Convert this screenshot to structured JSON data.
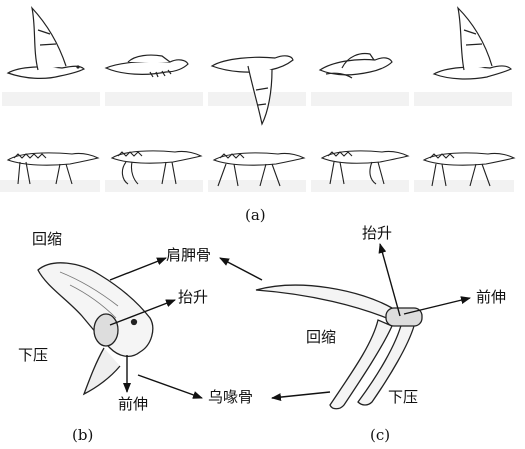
{
  "panels": {
    "a": {
      "caption": "(a)"
    },
    "b": {
      "caption": "(b)",
      "labels": {
        "retraction": "回缩",
        "scapula": "肩胛骨",
        "elevation": "抬升",
        "depression": "下压",
        "protraction": "前伸",
        "coracoid": "乌喙骨"
      }
    },
    "c": {
      "caption": "(c)",
      "labels": {
        "elevation": "抬升",
        "protraction": "前伸",
        "retraction": "回缩",
        "depression": "下压"
      }
    }
  },
  "icons": {
    "bird_row": [
      "bird-wings-up-icon",
      "bird-wings-level-icon",
      "bird-wings-down-icon",
      "bird-wings-folded-icon",
      "bird-wings-up-icon"
    ],
    "croc_row": [
      "crocodile-stride-icon",
      "crocodile-stride-icon",
      "crocodile-stride-icon",
      "crocodile-stride-icon",
      "crocodile-stride-icon"
    ]
  }
}
